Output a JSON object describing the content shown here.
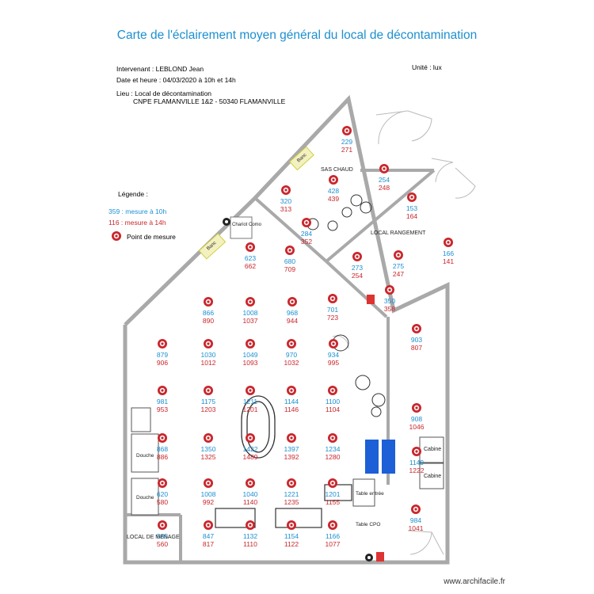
{
  "title": "Carte de l'éclairement moyen général du local de décontamination",
  "header": {
    "intervenant": "Intervenant : LEBLOND Jean",
    "date": "Date et heure :  04/03/2020 à 10h et 14h",
    "lieu": "Lieu : Local de décontamination",
    "site": "CNPE FLAMANVILLE 1&2 - 50340 FLAMANVILLE",
    "unite": "Unité : lux"
  },
  "legend": {
    "title": "Légende :",
    "blue_entry": "359 : mesure à 10h",
    "red_entry": "116 : mesure à 14h",
    "point_entry": "Point de mesure"
  },
  "colors": {
    "title": "#1d8fd0",
    "blue": "#1b8fd3",
    "red": "#c9262c",
    "wall": "#a9a9a9",
    "cabinet": "#1c5fd6",
    "bench": "#f3f1c0"
  },
  "rooms": {
    "sas_chaud": "SAS CHAUD",
    "local_rangement": "LOCAL RANGEMENT",
    "local_menage": "LOCAL DE MENAGE",
    "cabine1": "Cabine",
    "cabine2": "Cabine",
    "douche1": "Douche",
    "douche2": "Douche",
    "table_entree": "Table entrée",
    "table_cpo": "Table CPO",
    "banc1": "Banc",
    "banc2": "Banc",
    "chariot": "Chariot Como"
  },
  "measurements": [
    {
      "v10": "229",
      "v14": "271"
    },
    {
      "v10": "254",
      "v14": "248"
    },
    {
      "v10": "320",
      "v14": "313"
    },
    {
      "v10": "428",
      "v14": "439"
    },
    {
      "v10": "153",
      "v14": "164"
    },
    {
      "v10": "284",
      "v14": "352"
    },
    {
      "v10": "166",
      "v14": "141"
    },
    {
      "v10": "275",
      "v14": "247"
    },
    {
      "v10": "623",
      "v14": "662"
    },
    {
      "v10": "680",
      "v14": "709"
    },
    {
      "v10": "273",
      "v14": "254"
    },
    {
      "v10": "350",
      "v14": "358"
    },
    {
      "v10": "866",
      "v14": "890"
    },
    {
      "v10": "1008",
      "v14": "1037"
    },
    {
      "v10": "968",
      "v14": "944"
    },
    {
      "v10": "701",
      "v14": "723"
    },
    {
      "v10": "903",
      "v14": "807"
    },
    {
      "v10": "879",
      "v14": "906"
    },
    {
      "v10": "1030",
      "v14": "1012"
    },
    {
      "v10": "1049",
      "v14": "1093"
    },
    {
      "v10": "970",
      "v14": "1032"
    },
    {
      "v10": "934",
      "v14": "995"
    },
    {
      "v10": "981",
      "v14": "953"
    },
    {
      "v10": "1175",
      "v14": "1203"
    },
    {
      "v10": "1211",
      "v14": "1201"
    },
    {
      "v10": "1144",
      "v14": "1146"
    },
    {
      "v10": "1100",
      "v14": "1104"
    },
    {
      "v10": "908",
      "v14": "1046"
    },
    {
      "v10": "868",
      "v14": "886"
    },
    {
      "v10": "1350",
      "v14": "1325"
    },
    {
      "v10": "1422",
      "v14": "1489"
    },
    {
      "v10": "1397",
      "v14": "1392"
    },
    {
      "v10": "1234",
      "v14": "1280"
    },
    {
      "v10": "1149",
      "v14": "1222"
    },
    {
      "v10": "620",
      "v14": "580"
    },
    {
      "v10": "1008",
      "v14": "992"
    },
    {
      "v10": "1040",
      "v14": "1140"
    },
    {
      "v10": "1221",
      "v14": "1235"
    },
    {
      "v10": "1201",
      "v14": "1155"
    },
    {
      "v10": "585",
      "v14": "560"
    },
    {
      "v10": "847",
      "v14": "817"
    },
    {
      "v10": "1132",
      "v14": "1110"
    },
    {
      "v10": "1154",
      "v14": "1122"
    },
    {
      "v10": "1166",
      "v14": "1077"
    },
    {
      "v10": "984",
      "v14": "1041"
    }
  ],
  "watermark": "www.archifacile.fr"
}
